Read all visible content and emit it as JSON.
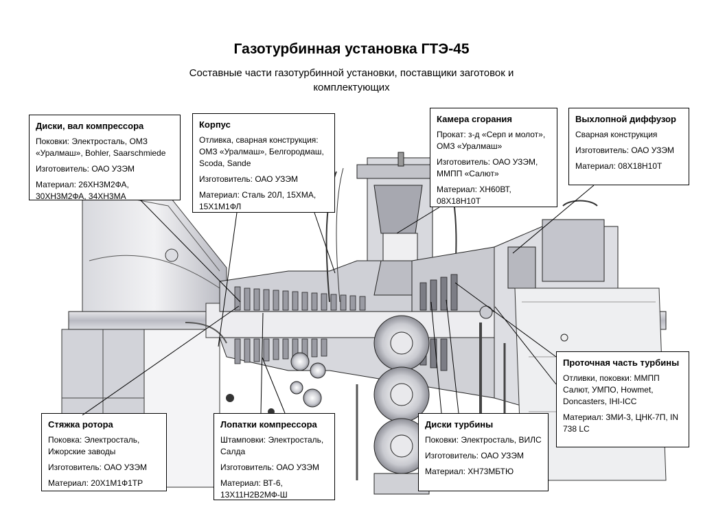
{
  "header": {
    "title": "Газотурбинная установка ГТЭ-45",
    "subtitle": "Составные части газотурбинной установки, поставщики заготовок и комплектующих"
  },
  "callouts": {
    "compressor_discs": {
      "title": "Диски, вал компрессора",
      "line1": "Поковки: Электросталь, ОМЗ «Уралмаш», Bohler, Saarschmiede",
      "line2": "Изготовитель: ОАО УЗЭМ",
      "line3": "Материал: 26ХН3М2ФА, 30ХН3М2ФА, 34ХН3МА"
    },
    "casing": {
      "title": "Корпус",
      "line1": "Отливка, сварная конструкция: ОМЗ «Уралмаш», Белгородмаш, Scoda, Sande",
      "line2": "Изготовитель: ОАО УЗЭМ",
      "line3": "Материал: Сталь 20Л, 15ХМА, 15Х1М1ФЛ"
    },
    "combustor": {
      "title": "Камера сгорания",
      "line1": "Прокат: з-д «Серп и молот», ОМЗ «Уралмаш»",
      "line2": "Изготовитель: ОАО УЗЭМ, ММПП «Салют»",
      "line3": "Материал: ХН60ВТ, 08Х18Н10Т"
    },
    "exhaust": {
      "title": "Выхлопной диффузор",
      "line1": "Сварная конструкция",
      "line2": "Изготовитель: ОАО УЗЭМ",
      "line3": "Материал: 08Х18Н10Т"
    },
    "turbine_flow": {
      "title": "Проточная часть турбины",
      "line1": "Отливки, поковки: ММПП Салют, УМПО, Howmet, Doncasters, IHI-ICC",
      "line2": "Материал: ЗМИ-3, ЦНК-7П, IN 738 LC"
    },
    "tie_rod": {
      "title": "Стяжка ротора",
      "line1": "Поковка: Электросталь, Ижорские заводы",
      "line2": "Изготовитель: ОАО УЗЭМ",
      "line3": "Материал: 20Х1М1Ф1ТР"
    },
    "compressor_blades": {
      "title": "Лопатки компрессора",
      "line1": "Штамповки: Электросталь, Салда",
      "line2": "Изготовитель: ОАО УЗЭМ",
      "line3": "Материал: ВТ-6, 13Х11Н2В2МФ-Ш"
    },
    "turbine_discs": {
      "title": "Диски турбины",
      "line1": "Поковки: Электросталь, ВИЛС",
      "line2": "Изготовитель: ОАО УЗЭМ",
      "line3": "Материал: ХН73МБТЮ"
    }
  }
}
